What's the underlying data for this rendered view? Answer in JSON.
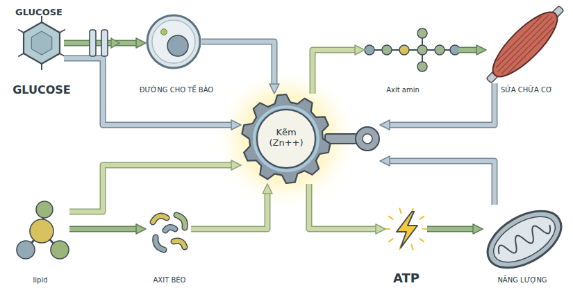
{
  "diagram": {
    "nodes": [
      {
        "text": [
          "GLUCOSE",
          "GLUCOSE"
        ]
      },
      {
        "text": [
          "ĐƯỜNG CHO TẾ BÀO"
        ]
      },
      {
        "text": [
          "Kẽm (Zn++)"
        ]
      },
      {
        "text": [
          "Axit amin"
        ]
      },
      {
        "text": [
          "SỬA CHỮA CƠ"
        ]
      },
      {
        "text": [
          "lipid"
        ]
      },
      {
        "text": [
          "AXIT BÉO"
        ]
      },
      {
        "text": [
          "ATP"
        ]
      },
      {
        "text": [
          "NĂNG LƯỢNG"
        ]
      }
    ],
    "edges": [
      {
        "from": 0,
        "to": 1,
        "arrow": "to"
      },
      {
        "from": 1,
        "to": 2,
        "arrow": "to"
      },
      {
        "from": 0,
        "to": 2,
        "arrow": "to"
      },
      {
        "from": 2,
        "to": 3,
        "arrow": "to"
      },
      {
        "from": 3,
        "to": 4,
        "arrow": "to"
      },
      {
        "from": 4,
        "to": 2,
        "arrow": "to"
      },
      {
        "from": 5,
        "to": 6,
        "arrow": "to"
      },
      {
        "from": 5,
        "to": 2,
        "arrow": "to"
      },
      {
        "from": 6,
        "to": 2,
        "arrow": "to"
      },
      {
        "from": 2,
        "to": 7,
        "arrow": "to"
      },
      {
        "from": 7,
        "to": 8,
        "arrow": "to"
      },
      {
        "from": 8,
        "to": 2,
        "arrow": "to"
      }
    ]
  }
}
